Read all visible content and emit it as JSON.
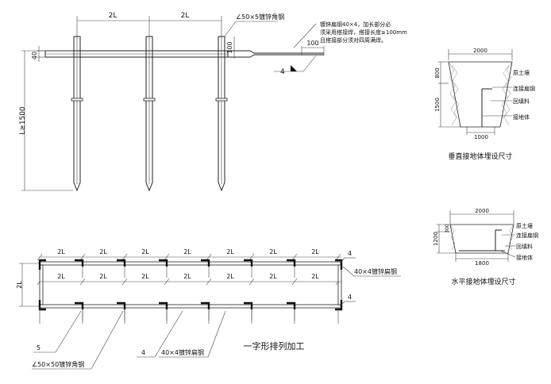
{
  "top": {
    "dim_2L_a": "2L",
    "dim_2L_b": "2L",
    "angle_label": "∠50×5镀锌角钢",
    "dim_40": "40",
    "dim_100_v": "100",
    "dim_100_h": "100",
    "dim_length": "L≥1500",
    "note": [
      "镀锌扁钢40×4，加长部分必",
      "须采用搭接焊，搭接长度≥100mm",
      "且搭接部分须对四周满焊。"
    ],
    "weld_4": "4"
  },
  "bottom": {
    "dim_2L_row1": [
      "2L",
      "2L",
      "2L",
      "2L",
      "2L",
      "2L",
      "2L"
    ],
    "dim_2L_row2": [
      "2L",
      "2L",
      "2L",
      "2L",
      "2L",
      "2L",
      "2L"
    ],
    "dim_2L_vert": "2L",
    "weld_4_top": "4",
    "weld_4_bot": "4",
    "label_flat_right": "40×4镀锌扁钢",
    "weld_5": "5",
    "weld_4_mid": "4",
    "label_flat_mid": "40×4镀锌扁钢",
    "label_angle": "∠50×50镀锌角钢",
    "title": "一字形排列加工"
  },
  "vertical_section": {
    "dim_2000": "2000",
    "dim_800": "800",
    "dim_1500": "1500",
    "dim_1000": "1000",
    "labels": [
      "原土壤",
      "连接扁钢",
      "回填料",
      "接地体"
    ],
    "caption": "垂直接地体埋设尺寸"
  },
  "horizontal_section": {
    "dim_2000": "2000",
    "dim_300": "300",
    "dim_1200": "1200",
    "dim_1800": "1800",
    "labels": [
      "原土壤",
      "连接扁钢",
      "回填料",
      "接地体"
    ],
    "caption": "水平接地体埋设尺寸"
  }
}
